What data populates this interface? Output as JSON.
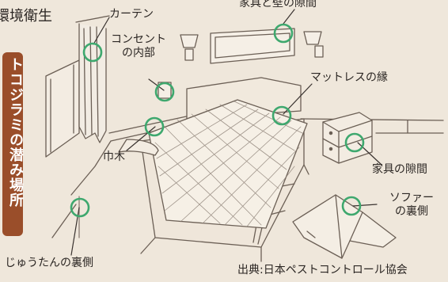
{
  "header": {
    "cutoff_title": "環境衛生"
  },
  "side_label": "トコジラミの潜み場所",
  "callouts": {
    "curtain": "カーテン",
    "furniture_wall_gap": "家具と壁の隙間",
    "outlet_inside": "コンセント\nの内部",
    "mattress_edge": "マットレスの縁",
    "baseboard": "巾木",
    "furniture_gap": "家具の隙間",
    "sofa_underside": "ソファー\nの裏側",
    "carpet_underside": "じゅうたんの裏側"
  },
  "source": "出典:日本ペストコントロール協会",
  "colors": {
    "circle": "#3ea86e",
    "badge": "#9a4e2a",
    "ink": "#2b2623",
    "background": "#efe7db"
  }
}
